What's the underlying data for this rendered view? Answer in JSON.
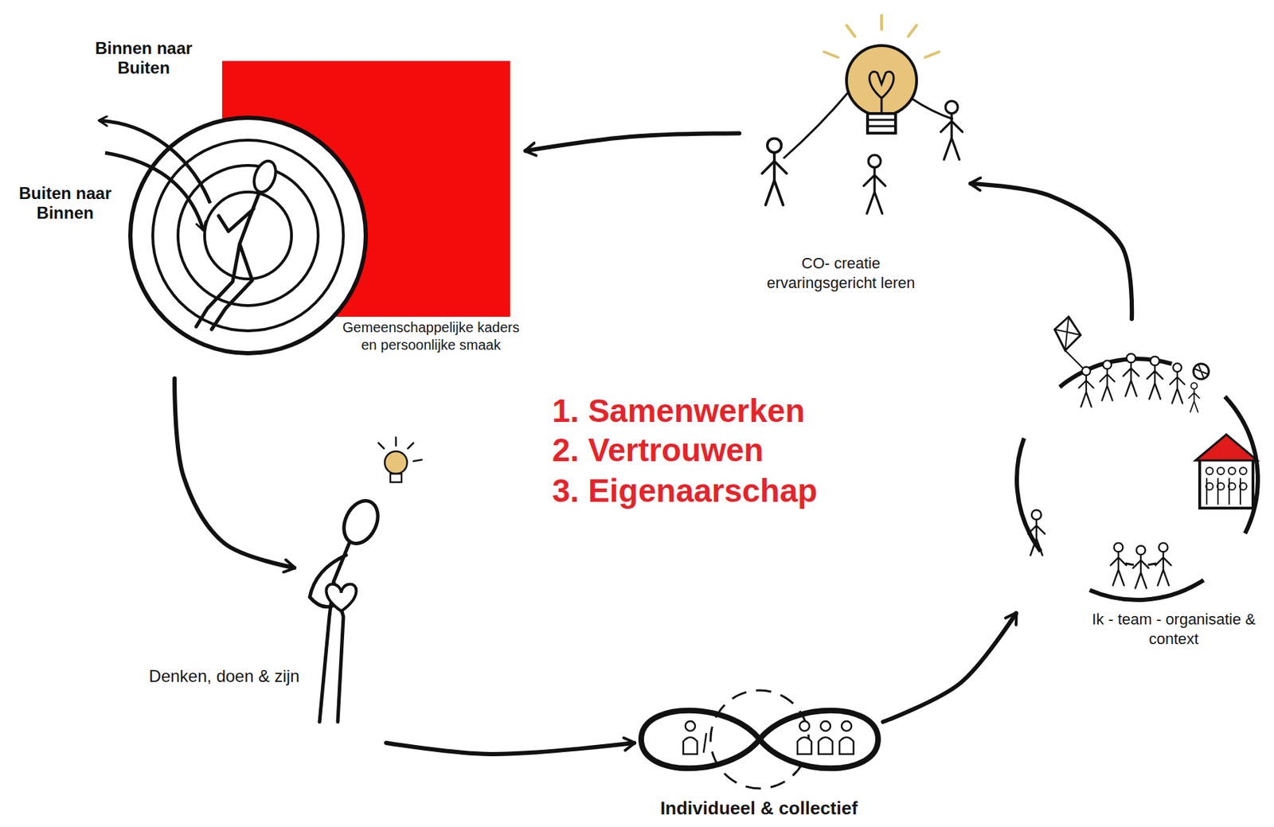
{
  "diagram": {
    "nodes": [
      {
        "text": [
          "Gemeenschappelijke kaders en persoonlijke smaak"
        ]
      },
      {
        "text": [
          "Denken, doen & zijn"
        ]
      },
      {
        "text": [
          "Individueel & collectief"
        ]
      },
      {
        "text": [
          "Ik - team - organisatie & context"
        ]
      },
      {
        "text": [
          "CO- creatie ervaringsgericht leren"
        ]
      }
    ],
    "edges": [
      {
        "from": 0,
        "to": 1,
        "arrow": "to"
      },
      {
        "from": 1,
        "to": 2,
        "arrow": "to"
      },
      {
        "from": 2,
        "to": 3,
        "arrow": "to"
      },
      {
        "from": 3,
        "to": 4,
        "arrow": "to"
      },
      {
        "from": 4,
        "to": 0,
        "arrow": "to"
      }
    ],
    "labels": [
      "Binnen naar Buiten",
      "Buiten naar Binnen",
      "1. Samenwerken",
      "2. Vertrouwen",
      "3. Eigenaarschap"
    ]
  }
}
